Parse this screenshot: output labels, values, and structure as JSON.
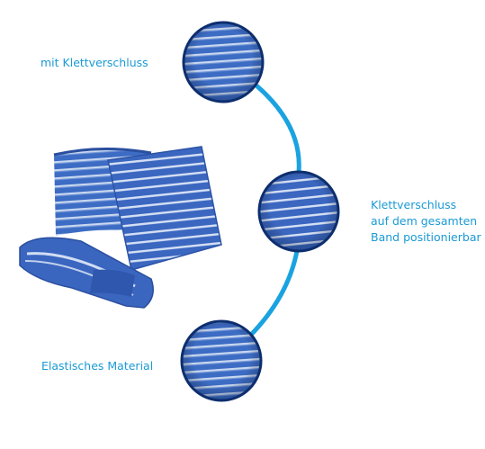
{
  "colors": {
    "accent": "#1a9ad6",
    "connector": "#1aa3e0",
    "fabric_dark": "#2e58b0",
    "fabric_light": "#4a7fd6",
    "stripe": "#d8e4f6"
  },
  "callouts": {
    "top_label": "mit Klettverschluss",
    "middle_label_lines": [
      "Klettverschluss",
      "auf dem gesamten",
      "Band positionierbar"
    ],
    "bottom_label": "Elastisches Material"
  }
}
